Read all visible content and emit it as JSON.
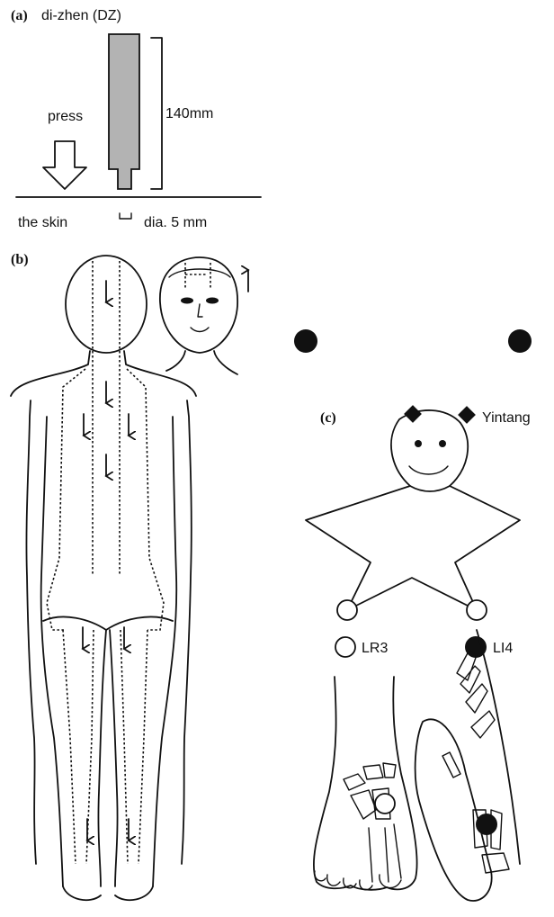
{
  "panel_a": {
    "label": "(a)",
    "tool_name": "di-zhen (DZ)",
    "press_label": "press",
    "length_label": "140mm",
    "skin_label": "the skin",
    "diameter_label": "dia. 5 mm"
  },
  "panel_b": {
    "label": "(b)"
  },
  "panel_c": {
    "label": "(c)",
    "legend": {
      "yintang": "Yintang",
      "lr3": "LR3",
      "li4": "LI4"
    }
  },
  "colors": {
    "ink": "#111111",
    "tool_fill": "#b3b3b3",
    "background": "#ffffff"
  }
}
